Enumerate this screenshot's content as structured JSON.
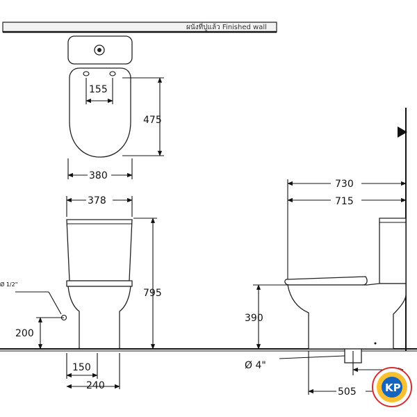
{
  "wall_label": "ผนังที่ปูแล้ว  Finished  wall",
  "dimensions": {
    "seat_hole_spacing": "155",
    "seat_length": "475",
    "seat_width": "380",
    "front_width": "378",
    "total_height": "795",
    "inlet_height": "200",
    "outlet_offset": "150",
    "base_width": "240",
    "overall_depth": "730",
    "body_depth": "715",
    "seat_height": "390",
    "outlet_diameter": "Ø 4\"",
    "rough_in": "505",
    "inlet_size": "Ø 1/2\""
  },
  "logo_text": "KP"
}
